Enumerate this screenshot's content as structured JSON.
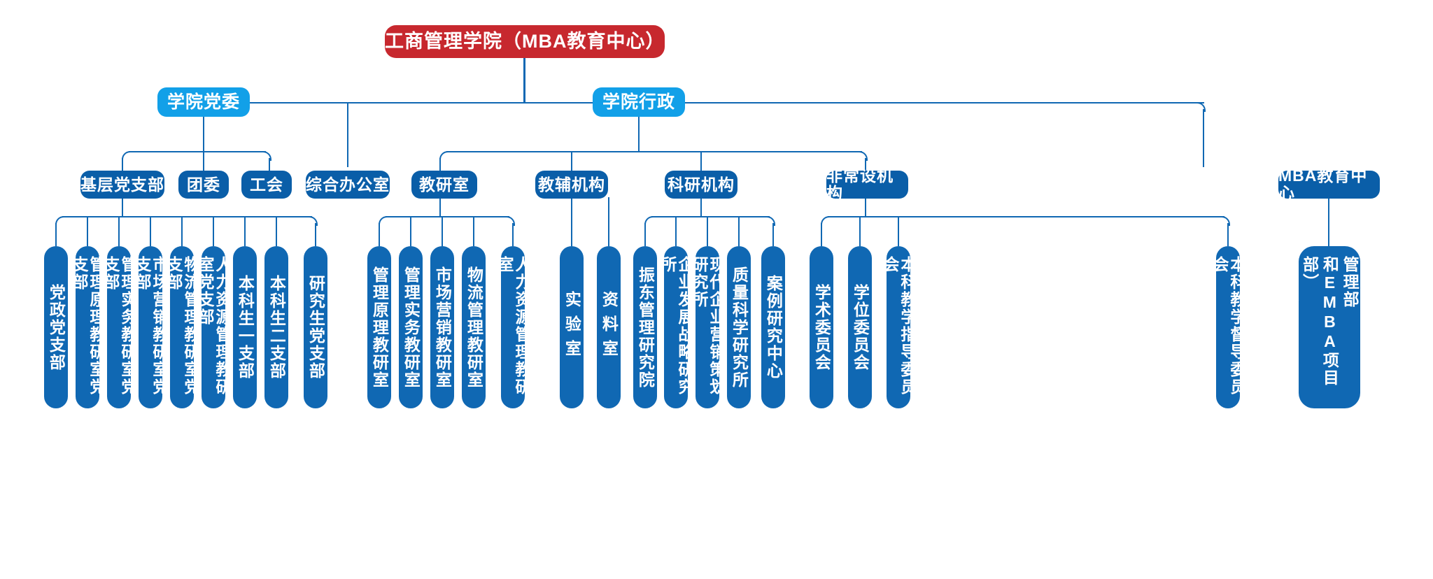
{
  "colors": {
    "root": "#c7282e",
    "level2": "#12a0e8",
    "level3": "#0a5ea8",
    "leaf": "#1068b3",
    "connector": "#1068b3",
    "background": "#ffffff"
  },
  "root": {
    "label": "工商管理学院（MBA教育中心）"
  },
  "level2": [
    {
      "label": "学院党委"
    },
    {
      "label": "学院行政"
    }
  ],
  "level3": [
    {
      "label": "基层党支部"
    },
    {
      "label": "团委"
    },
    {
      "label": "工会"
    },
    {
      "label": "综合办公室"
    },
    {
      "label": "教研室"
    },
    {
      "label": "教辅机构"
    },
    {
      "label": "科研机构"
    },
    {
      "label": "非常设机构"
    },
    {
      "label": "MBA教育中心"
    }
  ],
  "party_branches": [
    {
      "label": "党政党支部"
    },
    {
      "label": "管理原理教研室党支部"
    },
    {
      "label": "管理实务教研室党支部"
    },
    {
      "label": "市场营销教研室党支部"
    },
    {
      "label": "物流管理教研室党支部"
    },
    {
      "label": "人力资源管理教研室党支部"
    },
    {
      "label": "本科生一支部"
    },
    {
      "label": "本科生二支部"
    },
    {
      "label": "研究生党支部"
    }
  ],
  "teaching_offices": [
    {
      "label": "管理原理教研室"
    },
    {
      "label": "管理实务教研室"
    },
    {
      "label": "市场营销教研室"
    },
    {
      "label": "物流管理教研室"
    },
    {
      "label": "人力资源管理教研室"
    }
  ],
  "support_units": [
    {
      "label": "实验室"
    },
    {
      "label": "资料室"
    }
  ],
  "research_units": [
    {
      "label": "振东管理研究院"
    },
    {
      "label": "企业发展战略研究所"
    },
    {
      "label": "现代企业营销策划研究所"
    },
    {
      "label": "质量科学研究所"
    },
    {
      "label": "案例研究中心"
    }
  ],
  "adhoc_units": [
    {
      "label": "学术委员会"
    },
    {
      "label": "学位委员会"
    },
    {
      "label": "本科教学指导委员会"
    },
    {
      "label": "本科教学督导委员会"
    }
  ],
  "mba_units": [
    {
      "label": "（教学管理部学生管理部\n和EMBA项目部）\n办 公 室"
    }
  ]
}
